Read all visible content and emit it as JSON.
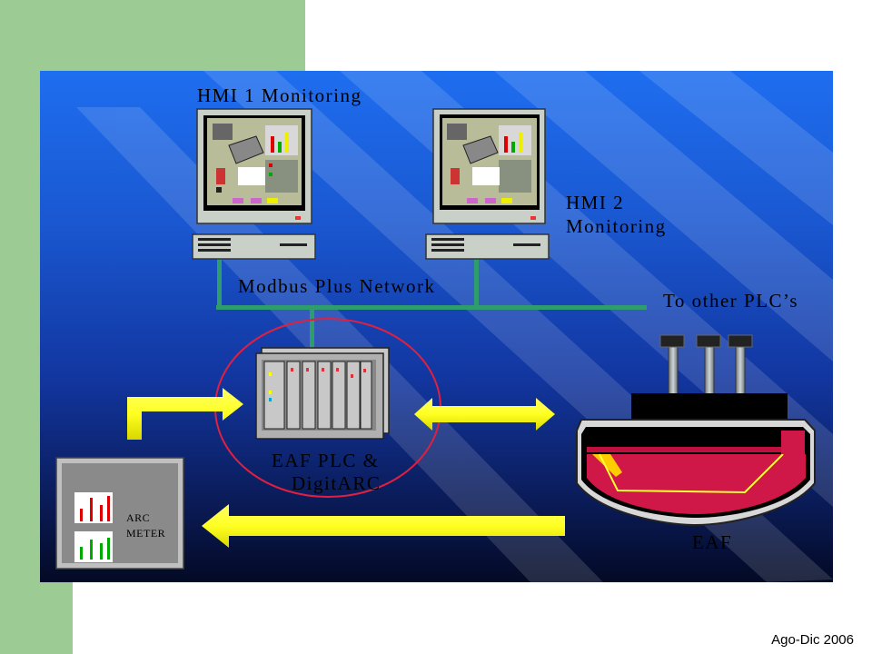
{
  "labels": {
    "hmi1": "HMI 1 Monitoring",
    "hmi2_line1": "HMI 2",
    "hmi2_line2": "Monitoring",
    "network": "Modbus Plus Network",
    "other_plcs": "To other PLC’s",
    "plc_line1": "EAF PLC &",
    "plc_line2": "DigitARC",
    "arc_meter_line1": "ARC",
    "arc_meter_line2": "METER",
    "eaf": "EAF"
  },
  "footer": {
    "text": "Ago-Dic 2006"
  },
  "colors": {
    "side_bar": "#9dcb94",
    "panel_top": "#1e6ef0",
    "panel_bottom": "#030a25",
    "network_line": "#2e9c6c",
    "arrow_yellow": "#ffff33",
    "highlight_ring": "#e02040",
    "furnace_red": "#d01848"
  }
}
